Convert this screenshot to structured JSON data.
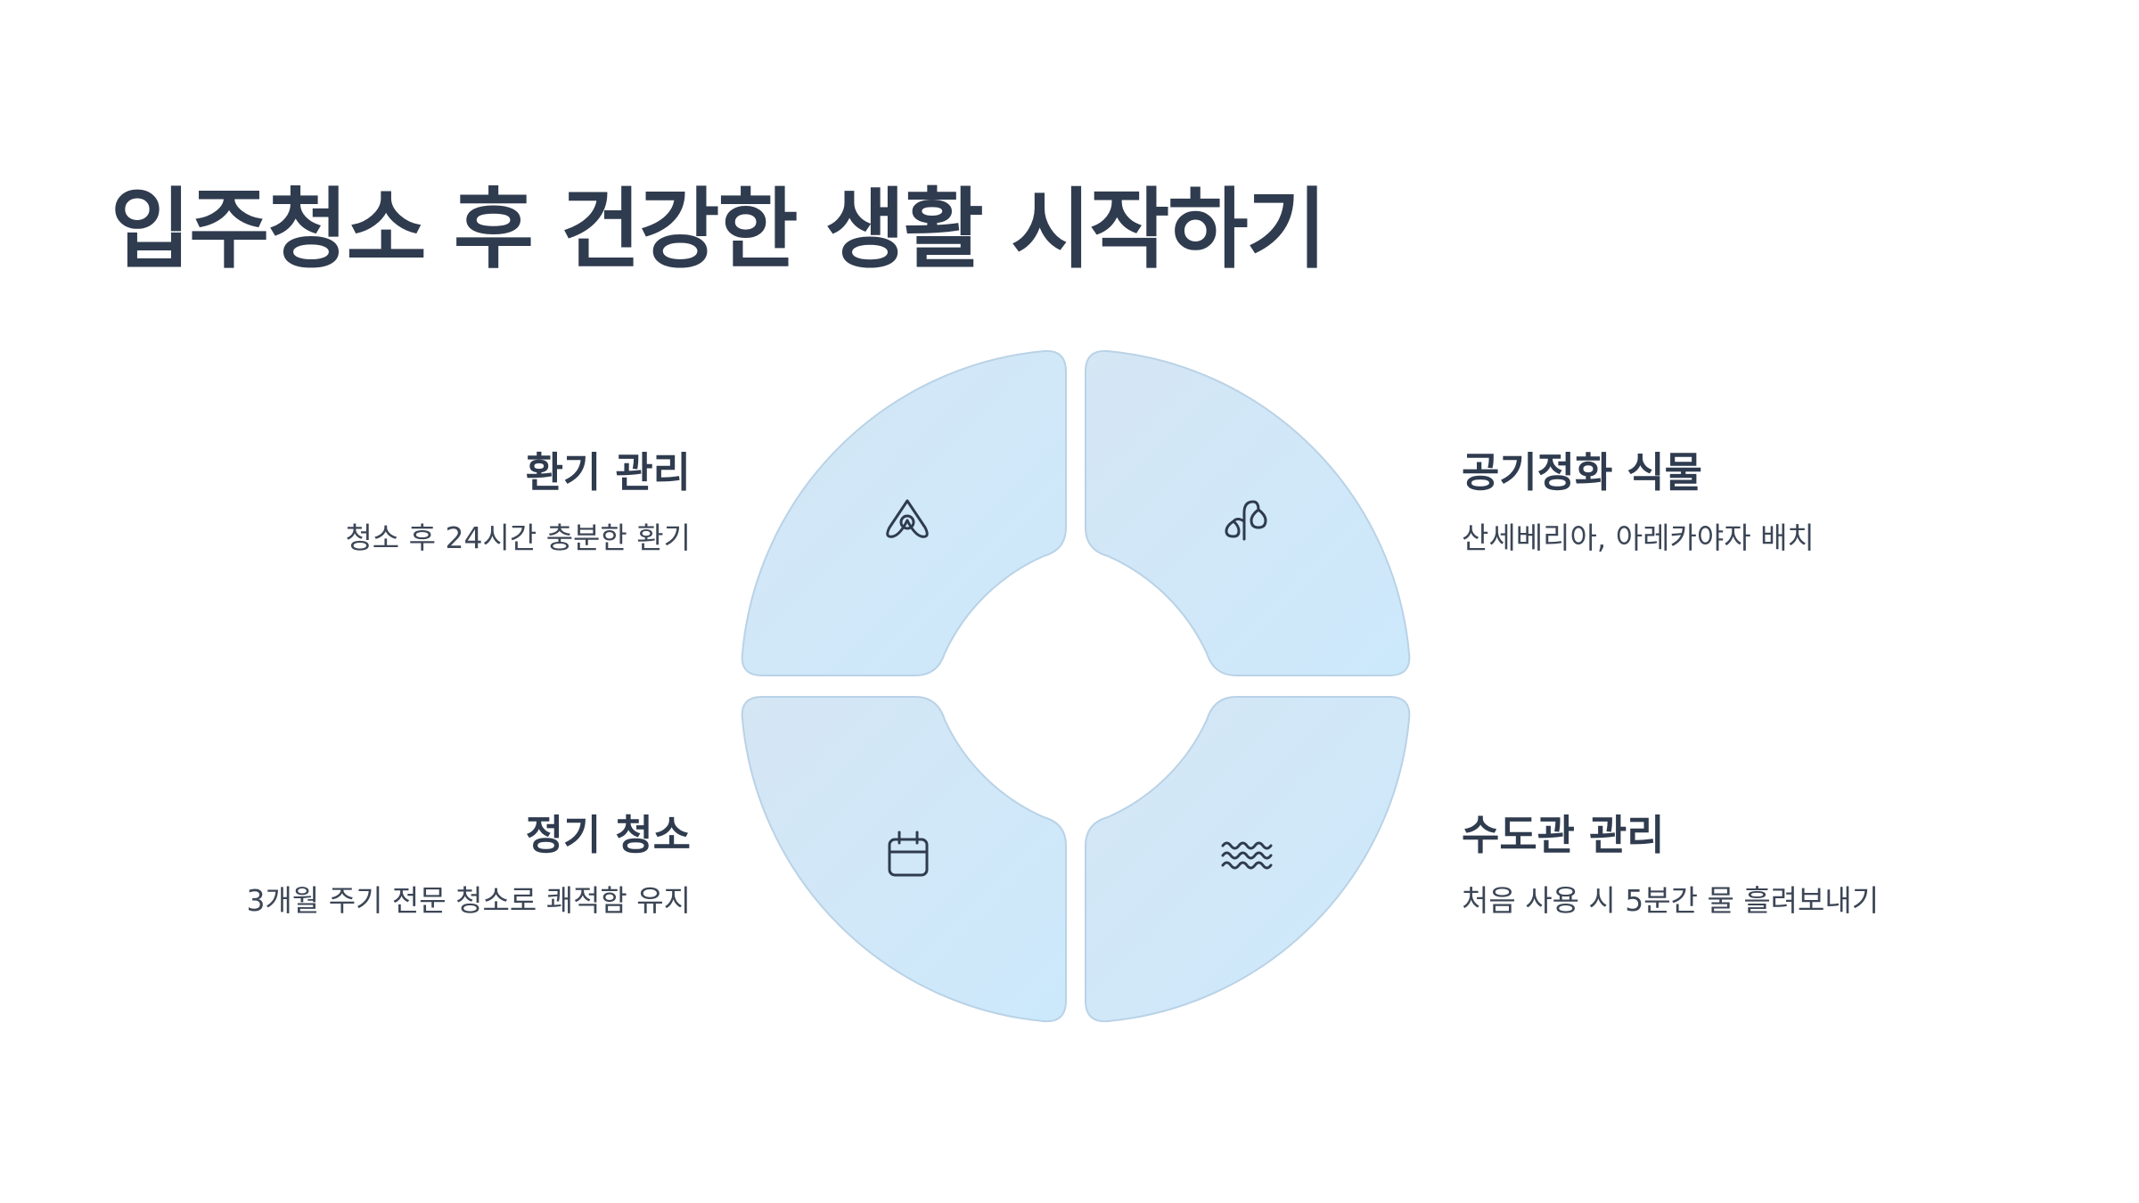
{
  "title": "입주청소 후 건강한 생활 시작하기",
  "colors": {
    "quadrant_fill_start": "#d5e6f4",
    "quadrant_fill_end": "#cce9fc",
    "quadrant_stroke": "#b9d2e6",
    "text_dark": "#2f3b4e",
    "icon_stroke": "#2f3b4e"
  },
  "items": [
    {
      "position": "top-left",
      "icon": "ventilation-icon",
      "heading": "환기 관리",
      "description": "청소 후 24시간 충분한 환기"
    },
    {
      "position": "top-right",
      "icon": "plant-icon",
      "heading": "공기정화 식물",
      "description": "산세베리아, 아레카야자 배치"
    },
    {
      "position": "bottom-left",
      "icon": "calendar-icon",
      "heading": "정기 청소",
      "description": "3개월 주기 전문 청소로 쾌적함 유지"
    },
    {
      "position": "bottom-right",
      "icon": "water-waves-icon",
      "heading": "수도관 관리",
      "description": "처음 사용 시 5분간 물 흘려보내기"
    }
  ]
}
